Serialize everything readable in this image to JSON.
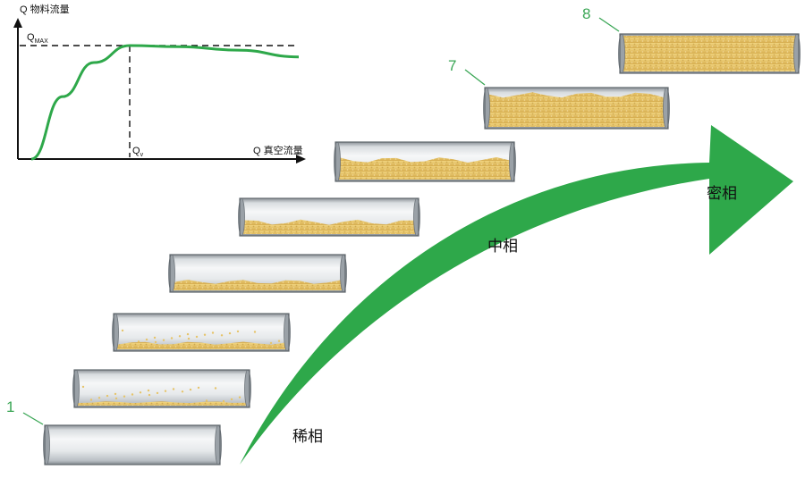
{
  "graph": {
    "y_axis_label": "Q 物料流量",
    "x_axis_label": "Q 真空流量",
    "qmax_label": "Q",
    "qmax_sub": "MAX",
    "qv_label": "Q",
    "qv_sub": "v"
  },
  "curve_data": {
    "type": "line",
    "series": [
      {
        "values_norm": [
          0.0,
          0.55,
          0.85,
          1.0,
          0.99,
          0.96,
          0.9
        ]
      }
    ]
  },
  "pipes": [
    {
      "index": 1,
      "fill_level": 0.0,
      "number_label": "1"
    },
    {
      "index": 2,
      "fill_level": 0.1
    },
    {
      "index": 3,
      "fill_level": 0.18
    },
    {
      "index": 4,
      "fill_level": 0.25
    },
    {
      "index": 5,
      "fill_level": 0.35
    },
    {
      "index": 6,
      "fill_level": 0.55
    },
    {
      "index": 7,
      "fill_level": 0.85,
      "number_label": "7"
    },
    {
      "index": 8,
      "fill_level": 1.0,
      "number_label": "8"
    }
  ],
  "phases": {
    "dilute": "稀相",
    "medium": "中相",
    "dense": "密相"
  },
  "colors": {
    "arrow": "#2ea84a",
    "curve": "#2ea84a",
    "label_number": "#3aa655",
    "material": "#e6c46a"
  }
}
